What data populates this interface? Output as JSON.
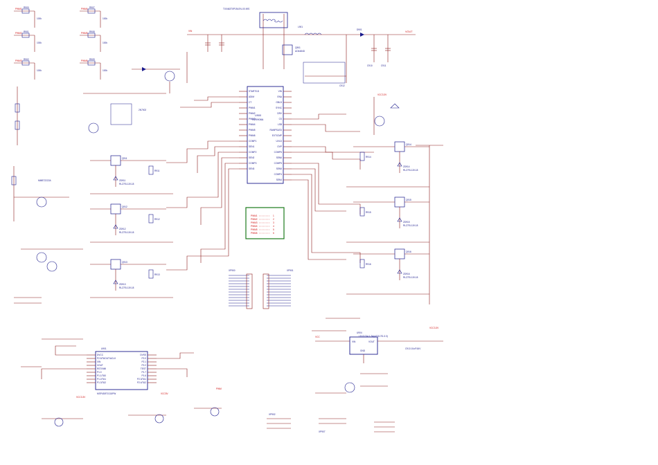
{
  "colors": {
    "wire": "#8a1a1a",
    "component": "#1a1a8c",
    "net_label": "#d01010",
    "highlight_box": "#1a7a1a",
    "background": "#ffffff"
  },
  "top_left": {
    "resistor_groups": [
      {
        "ref": "R900",
        "net": "PWM1",
        "value": "100k",
        "ref2": "R906"
      },
      {
        "ref": "R901",
        "net": "PWM2",
        "value": "100k",
        "ref2": "R905"
      },
      {
        "ref": "R902",
        "net": "PWM3",
        "value": "100k",
        "ref2": "R904"
      },
      {
        "ref": "R907",
        "net": "PWM4",
        "value": "100k",
        "ref2": "R910"
      },
      {
        "ref": "R908",
        "net": "PWM5",
        "value": "100k",
        "ref2": "R911"
      },
      {
        "ref": "R909",
        "net": "PWM6",
        "value": "100k",
        "ref2": "R912"
      }
    ]
  },
  "main_ic": {
    "ref": "U900",
    "part": "OZ9908A",
    "pins_left": [
      "START/1D",
      "ADIM",
      "CT",
      "PWM1",
      "PWM2",
      "PWM3",
      "PWM4",
      "PWM5",
      "PWM6",
      "COMP1",
      "SEN1",
      "COMP2",
      "SEN2",
      "COMP3",
      "SEN3"
    ],
    "pins_right": [
      "VIN",
      "ENA",
      "GBLD",
      "SYNC",
      "DRV",
      "CS",
      "LSB",
      "RAMPSLED",
      "EXT/CMP",
      "UVLD",
      "OVP",
      "COMP6",
      "SEN6",
      "COMP5",
      "SEN5",
      "COMP4",
      "SEN4"
    ]
  },
  "top_power": {
    "inductor_ref": "L901",
    "transformer_part": "TX0463T0P19LEN-X0 49S",
    "output_net": "VOUT",
    "diode_ref": "D901",
    "input_net": "VIN",
    "fet_ref": "Q901",
    "fet_part": "AO4484D",
    "caps": [
      "C910",
      "C911",
      "C912"
    ]
  },
  "pwm_box": {
    "rows": [
      {
        "net": "PWM1",
        "value": "1"
      },
      {
        "net": "PWM2",
        "value": "2"
      },
      {
        "net": "PWM3",
        "value": "3"
      },
      {
        "net": "PWM4",
        "value": "4"
      },
      {
        "net": "PWM5",
        "value": "5"
      },
      {
        "net": "PWM6",
        "value": "6"
      }
    ]
  },
  "connectors": {
    "left": {
      "ref": "XP900",
      "pins": 14
    },
    "right": {
      "ref": "XP901",
      "pins": 14
    },
    "bottom_left": {
      "ref": "XP902"
    },
    "bottom_mid": {
      "ref": "XP907"
    }
  },
  "mcu": {
    "ref": "U901",
    "part": "MSP430F2131IPW",
    "pins_left": [
      "DVCC",
      "P2.5/TAOUT/ACLK",
      "XIN",
      "XOUT",
      "RST/NMI",
      "P1.0",
      "P1.1/TA0",
      "P1.2/TA1",
      "P1.3/TA2"
    ],
    "pins_right": [
      "DVSS",
      "P2.0",
      "P2.1",
      "P2.2",
      "TEST",
      "P1.7",
      "P1.6",
      "P2.3/TA1",
      "P2.4/TA2"
    ]
  },
  "regulator": {
    "ref": "U904",
    "part": "LD1117AL1-TA(AZ1117D-3.3)",
    "pins": [
      "VIN",
      "VOUT",
      "GND"
    ],
    "input_net": "VCC",
    "output_net": "VCC3.3V",
    "out_cap": "C913 10uF/16V"
  },
  "driver_channels": [
    {
      "fet": "Q911",
      "zener": "ZD911",
      "zener_part": "RLZ7EL119-18",
      "sense": "R911"
    },
    {
      "fet": "Q912",
      "zener": "ZD912",
      "zener_part": "RLZ7EL119-18",
      "sense": "R912"
    },
    {
      "fet": "Q913",
      "zener": "ZD913",
      "zener_part": "RLZ7EL119-18",
      "sense": "R913"
    },
    {
      "fet": "Q914",
      "zener": "ZD914",
      "zener_part": "RLZ7EL119-18",
      "sense": "R914"
    },
    {
      "fet": "Q915",
      "zener": "ZD915",
      "zener_part": "RLZ7EL119-18",
      "sense": "R915"
    },
    {
      "fet": "Q916",
      "zener": "ZD916",
      "zener_part": "RLZ7EL119-18",
      "sense": "R916"
    }
  ],
  "misc_labels": {
    "transistor_part": "MMBT2222A",
    "fet_part2": "2N7002",
    "vcc_label": "VCC3.3V",
    "led_net": "VCC3.3V",
    "bottom_nets": [
      "VCC3.3V",
      "VCC5V",
      "PWM"
    ]
  }
}
